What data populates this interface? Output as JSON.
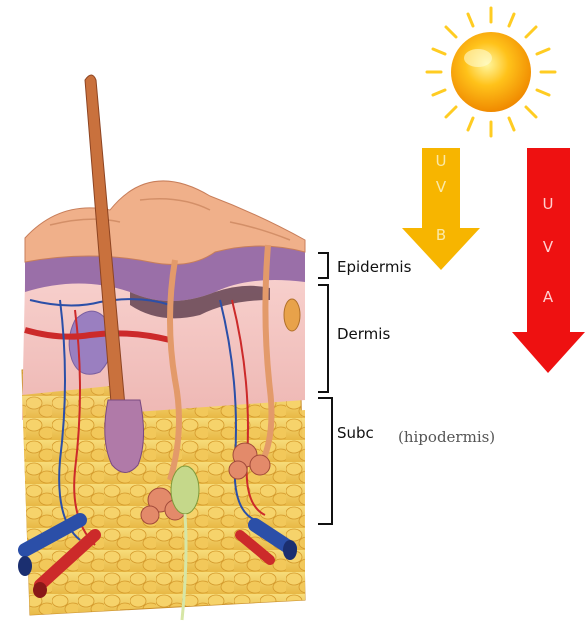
{
  "labels": {
    "epidermis": "Epidermis",
    "dermis": "Dermis",
    "subcutis": "Subc",
    "hypodermis": "(hipodermis)"
  },
  "arrows": {
    "uvb": {
      "letters": [
        "U",
        "V",
        "B"
      ],
      "color": "#f7b500",
      "text_color": "#fbe9a8"
    },
    "uva": {
      "letters": [
        "U",
        "V",
        "A"
      ],
      "color": "#ee1111",
      "text_color": "#ffd0d0"
    }
  },
  "icons": {
    "sun": "sun-icon",
    "skin": "skin-cross-section-illustration"
  },
  "colors": {
    "epidermis_top": "#f0b08a",
    "epidermis_purple": "#9a6fa8",
    "dermis": "#f4c6c2",
    "fat": "#f2cf63",
    "hair": "#c9713d",
    "artery": "#cc2a2a",
    "vein": "#2b4fa8"
  }
}
